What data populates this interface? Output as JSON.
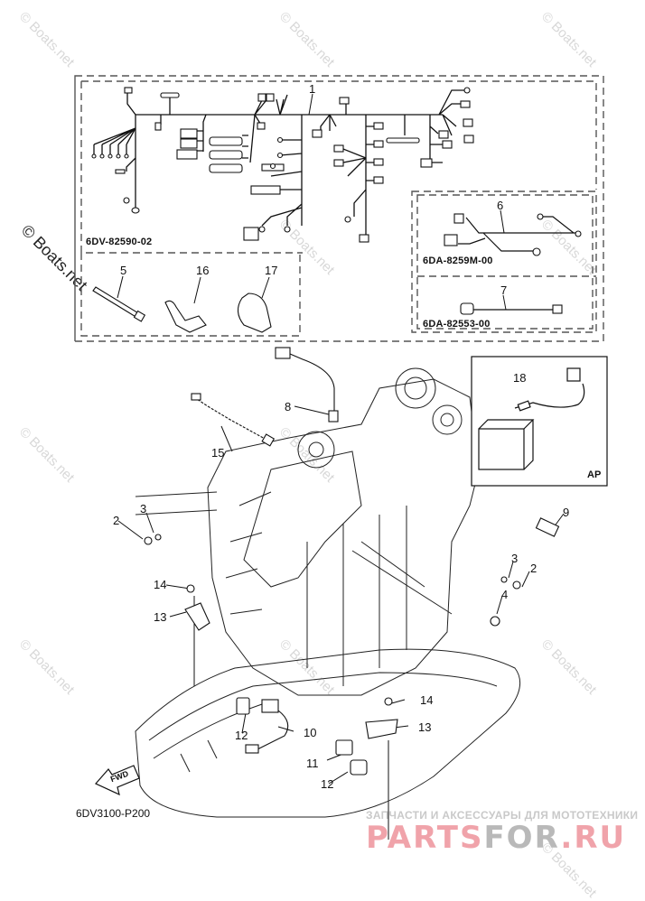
{
  "diagram": {
    "drawing_code": "6DV3100-P200",
    "direction_arrow_label": "FWD",
    "inset_label": "AP",
    "groups": [
      {
        "part_number": "6DV-82590-02",
        "items": [
          "1"
        ]
      },
      {
        "part_number": "6DA-8259M-00",
        "items": [
          "6"
        ]
      },
      {
        "part_number": "6DA-82553-00",
        "items": [
          "7"
        ]
      }
    ],
    "callouts": [
      {
        "id": "c1",
        "label": "1",
        "part": "wire-harness"
      },
      {
        "id": "c5",
        "label": "5",
        "part": "cable-tie"
      },
      {
        "id": "c16",
        "label": "16",
        "part": "clamp"
      },
      {
        "id": "c17",
        "label": "17",
        "part": "clamp"
      },
      {
        "id": "c6",
        "label": "6",
        "part": "sub-harness"
      },
      {
        "id": "c7",
        "label": "7",
        "part": "sub-lead"
      },
      {
        "id": "c8",
        "label": "8",
        "part": "sensor"
      },
      {
        "id": "c15",
        "label": "15",
        "part": "lead"
      },
      {
        "id": "c18",
        "label": "18",
        "part": "sensor"
      },
      {
        "id": "c2a",
        "label": "2",
        "part": "bolt"
      },
      {
        "id": "c3a",
        "label": "3",
        "part": "washer"
      },
      {
        "id": "c9",
        "label": "9",
        "part": "switch"
      },
      {
        "id": "c3b",
        "label": "3",
        "part": "washer"
      },
      {
        "id": "c2b",
        "label": "2",
        "part": "bolt"
      },
      {
        "id": "c4",
        "label": "4",
        "part": "bolt"
      },
      {
        "id": "c14a",
        "label": "14",
        "part": "bolt"
      },
      {
        "id": "c13a",
        "label": "13",
        "part": "holder"
      },
      {
        "id": "c14b",
        "label": "14",
        "part": "bolt"
      },
      {
        "id": "c13b",
        "label": "13",
        "part": "holder"
      },
      {
        "id": "c12a",
        "label": "12",
        "part": "grommet"
      },
      {
        "id": "c10",
        "label": "10",
        "part": "lead"
      },
      {
        "id": "c11",
        "label": "11",
        "part": "cap"
      },
      {
        "id": "c12b",
        "label": "12",
        "part": "grommet"
      }
    ]
  },
  "watermarks": {
    "site": "© Boats.net",
    "shop_tagline": "ЗАПЧАСТИ И АКСЕССУАРЫ ДЛЯ МОТОТЕХНИКИ",
    "shop_brand_left": "PARTS",
    "shop_brand_mid": "FOR",
    "shop_brand_right": ".RU"
  },
  "colors": {
    "line": "#111111",
    "dash": "#555555",
    "watermark": "#d8d8d8",
    "brand_pink": "#f0a3aa",
    "brand_gray": "#b9b9b9"
  }
}
